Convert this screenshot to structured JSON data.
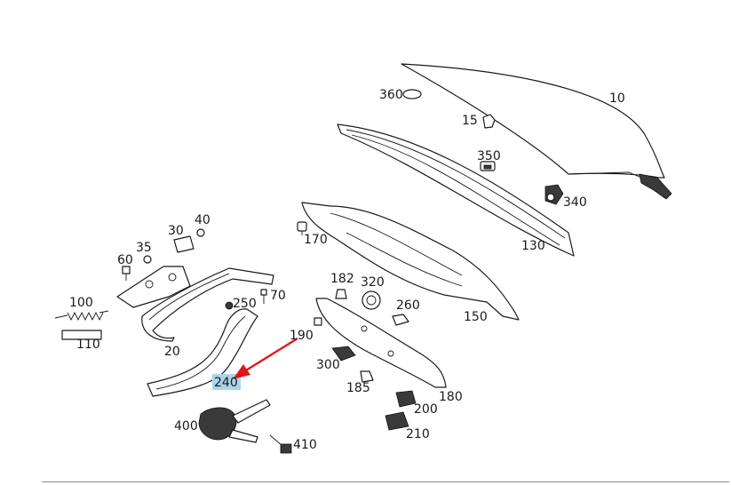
{
  "diagram": {
    "highlighted_part": "240",
    "labels": {
      "p10": "10",
      "p15": "15",
      "p20": "20",
      "p30": "30",
      "p35": "35",
      "p40": "40",
      "p60": "60",
      "p70": "70",
      "p100": "100",
      "p110": "110",
      "p130": "130",
      "p150": "150",
      "p170": "170",
      "p180": "180",
      "p182": "182",
      "p185": "185",
      "p190": "190",
      "p200": "200",
      "p210": "210",
      "p240": "240",
      "p250": "250",
      "p260": "260",
      "p300": "300",
      "p320": "320",
      "p340": "340",
      "p350": "350",
      "p360": "360",
      "p400": "400",
      "p410": "410"
    },
    "colors": {
      "highlight": "#a9d4ea",
      "pointer_arrow": "#e01818"
    }
  }
}
